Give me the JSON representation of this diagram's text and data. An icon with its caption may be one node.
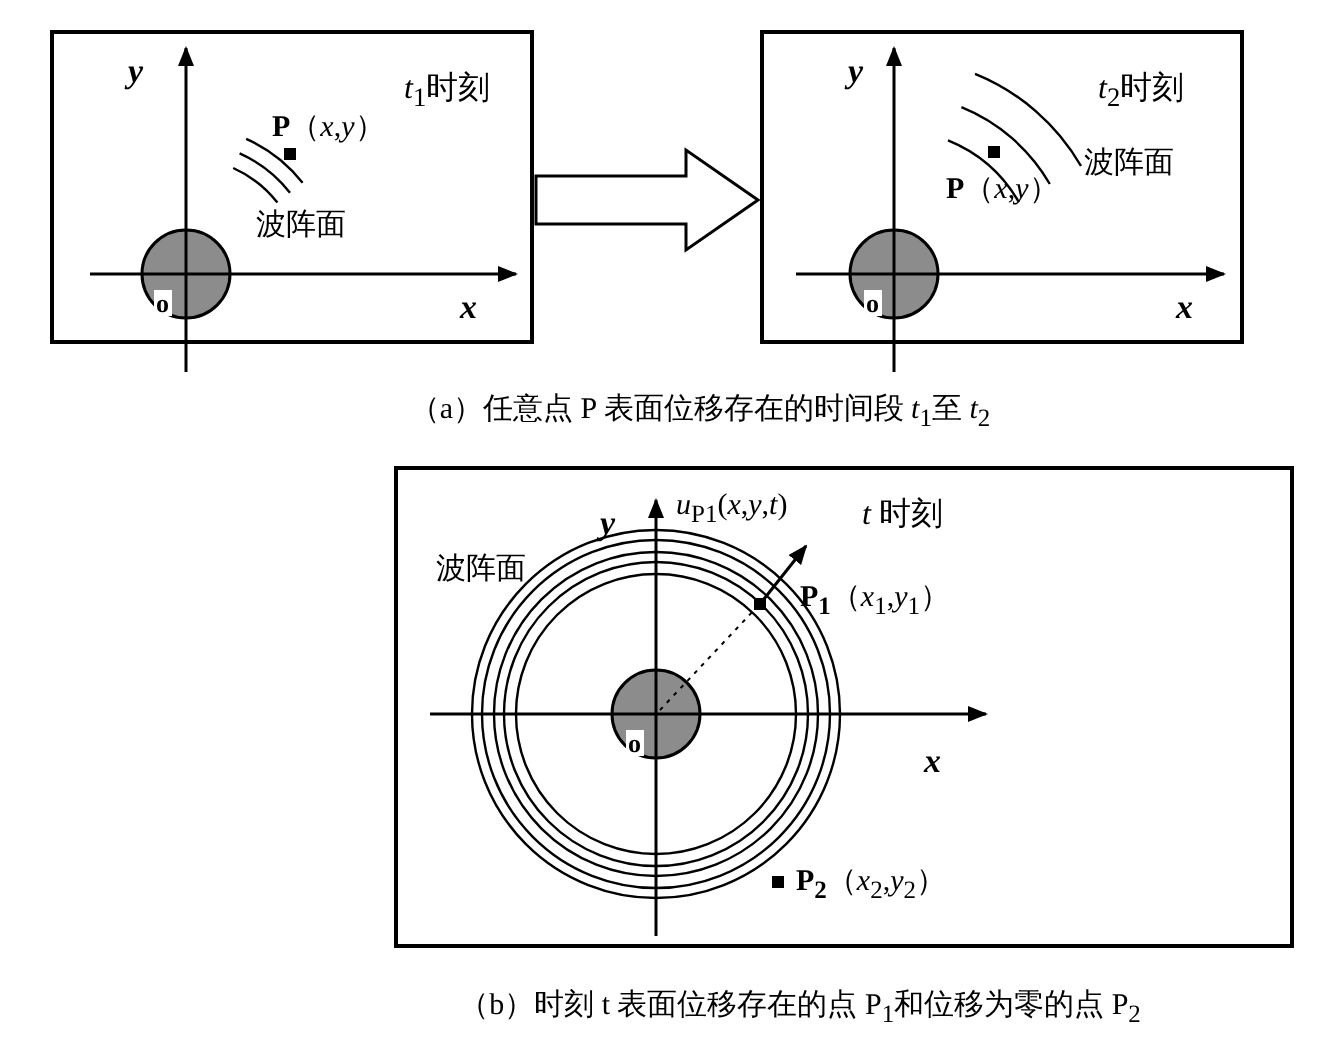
{
  "diagram": {
    "nodes": [
      {
        "text": [
          "*t*$_{1}$时刻"
        ]
      },
      {
        "text": [
          "*t*$_{2}$时刻"
        ]
      },
      {
        "text": [
          "*t* 时刻"
        ]
      }
    ],
    "edges": [
      {
        "from": 0,
        "to": 1,
        "arrow": "to"
      }
    ],
    "labels": [
      "y",
      "**P**（*x*,*y*）",
      "波阵面",
      "o",
      "x",
      "y",
      "**P**（*x*,*y*）",
      "波阵面",
      "o",
      "x",
      "（a）任意点 P 表面位移存在的时间段 *t*$_{1}$至  *t*$_{2}$",
      "*u*$_{P1}$(*x*,*y*,*t*)",
      "y",
      "波阵面",
      "**P$_{1}$**（*x*$_{1}$,*y*$_{1}$）",
      "o",
      "x",
      "**P$_{2}$**（*x*$_{2}$,*y*$_{2}$）",
      "（b）时刻 t 表面位移存在的点 P$_{1}$和位移为零的点 P$_{2}$"
    ]
  }
}
